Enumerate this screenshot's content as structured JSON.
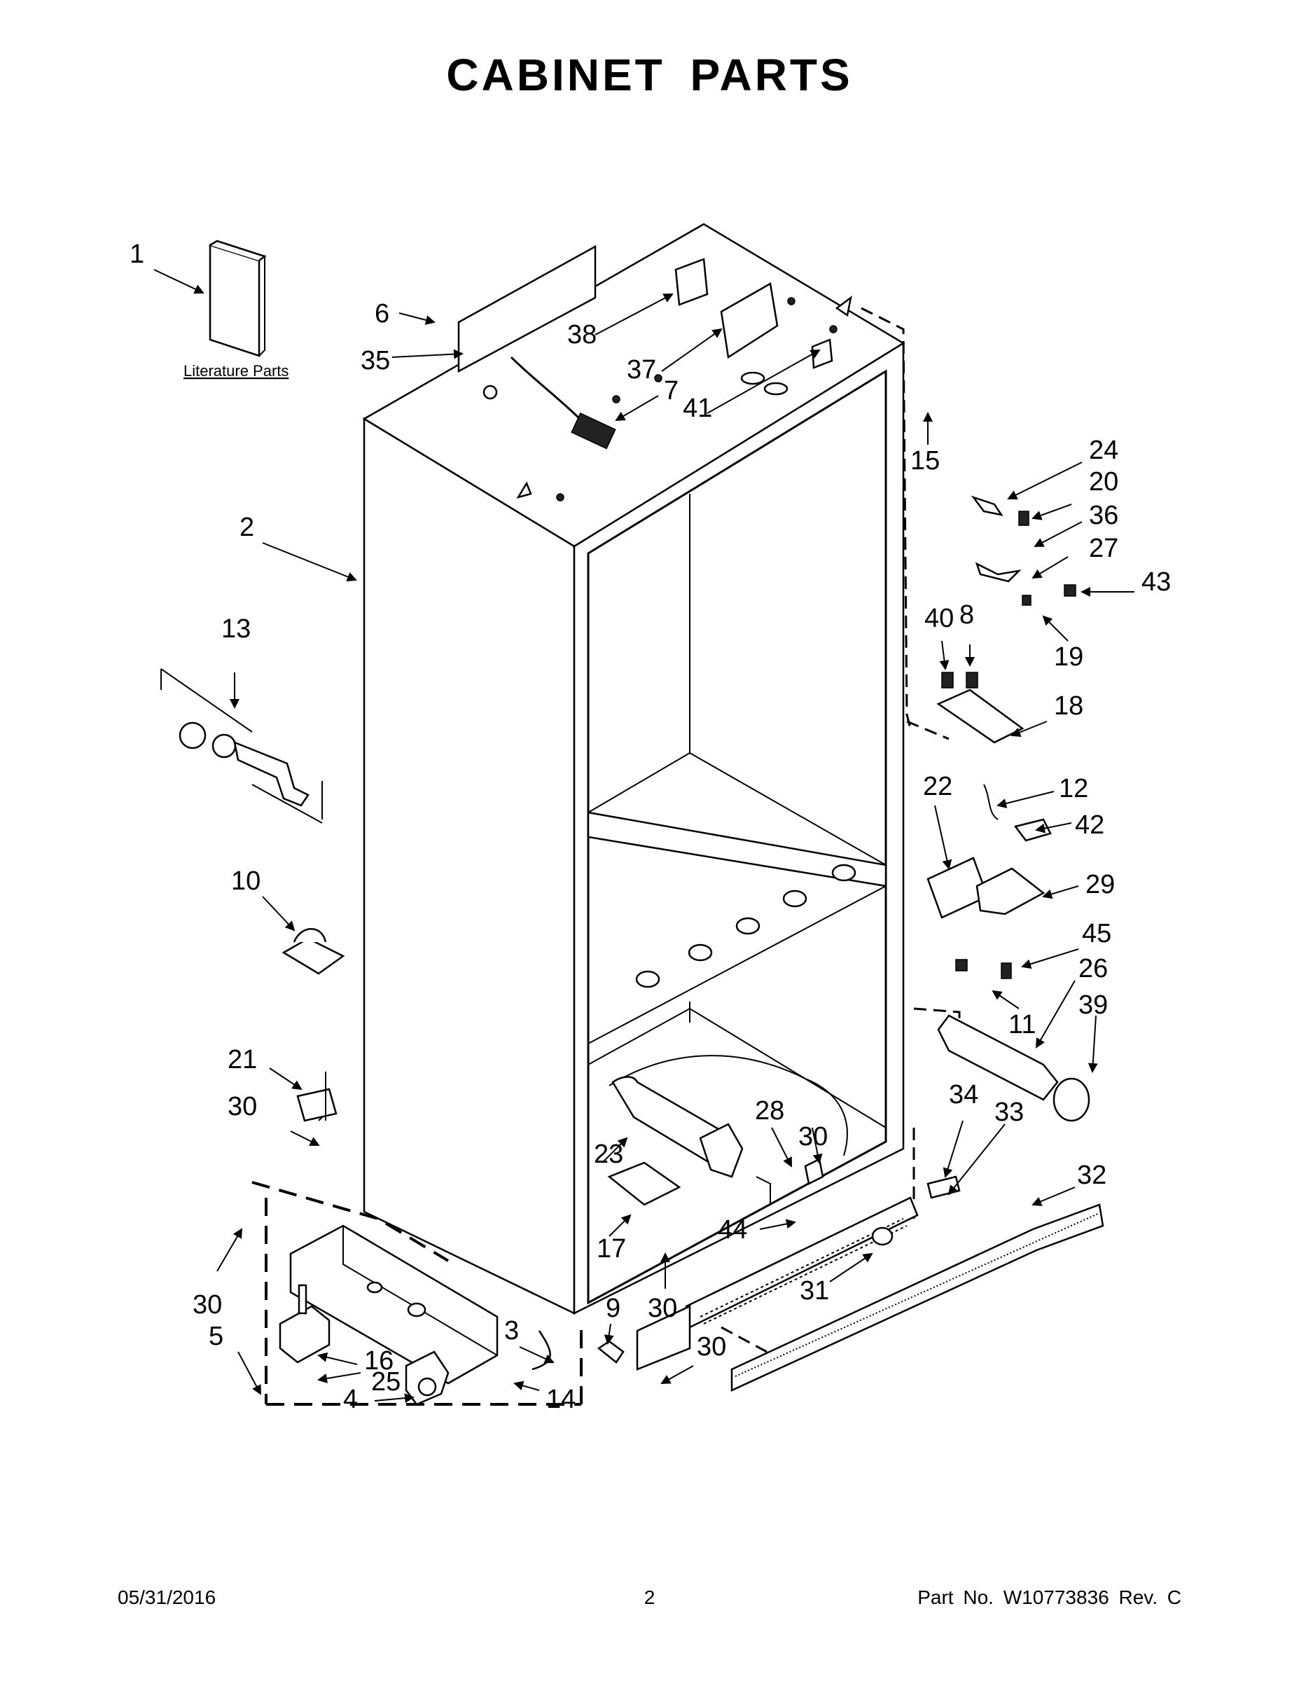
{
  "page": {
    "title": "CABINET PARTS",
    "footer": {
      "date": "05/31/2016",
      "page_number": "2",
      "part_number": "Part No.  W10773836  Rev.  C"
    }
  },
  "diagram": {
    "literature_label": "Literature Parts",
    "callouts": [
      "1",
      "2",
      "3",
      "4",
      "5",
      "6",
      "7",
      "8",
      "9",
      "10",
      "11",
      "12",
      "13",
      "14",
      "15",
      "16",
      "17",
      "18",
      "19",
      "20",
      "21",
      "22",
      "23",
      "24",
      "25",
      "26",
      "27",
      "28",
      "29",
      "30",
      "31",
      "32",
      "33",
      "34",
      "35",
      "36",
      "37",
      "38",
      "39",
      "40",
      "41",
      "42",
      "43",
      "44",
      "45"
    ]
  }
}
